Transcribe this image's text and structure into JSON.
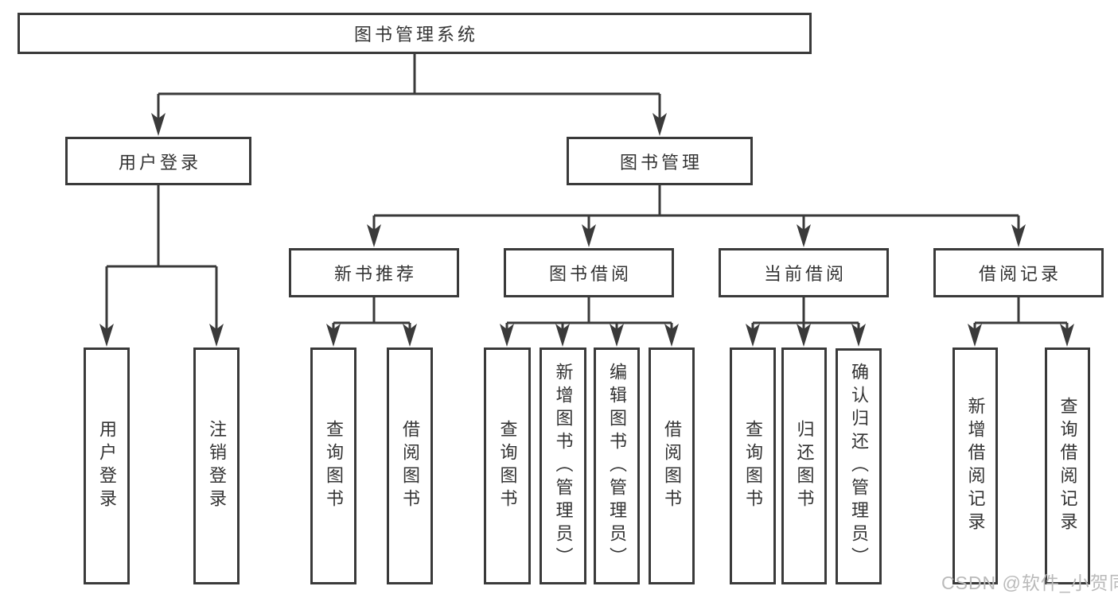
{
  "tree": {
    "label": "图书管理系统",
    "children": [
      {
        "label": "用户登录",
        "children": [
          {
            "label": "用户登录"
          },
          {
            "label": "注销登录"
          }
        ]
      },
      {
        "label": "图书管理",
        "children": [
          {
            "label": "新书推荐",
            "children": [
              {
                "label": "查询图书"
              },
              {
                "label": "借阅图书"
              }
            ]
          },
          {
            "label": "图书借阅",
            "children": [
              {
                "label": "查询图书"
              },
              {
                "label": "新增图书（管理员）"
              },
              {
                "label": "编辑图书（管理员）"
              },
              {
                "label": "借阅图书"
              }
            ]
          },
          {
            "label": "当前借阅",
            "children": [
              {
                "label": "查询图书"
              },
              {
                "label": "归还图书"
              },
              {
                "label": "确认归还（管理员）"
              }
            ]
          },
          {
            "label": "借阅记录",
            "children": [
              {
                "label": "新增借阅记录"
              },
              {
                "label": "查询借阅记录"
              }
            ]
          }
        ]
      }
    ]
  },
  "watermark": {
    "text": "CSDN @软件_小贺同学"
  },
  "colors": {
    "line": "#3a3a3a",
    "box_background": "#ffffff",
    "text": "#333333",
    "watermark": "#bababa"
  }
}
